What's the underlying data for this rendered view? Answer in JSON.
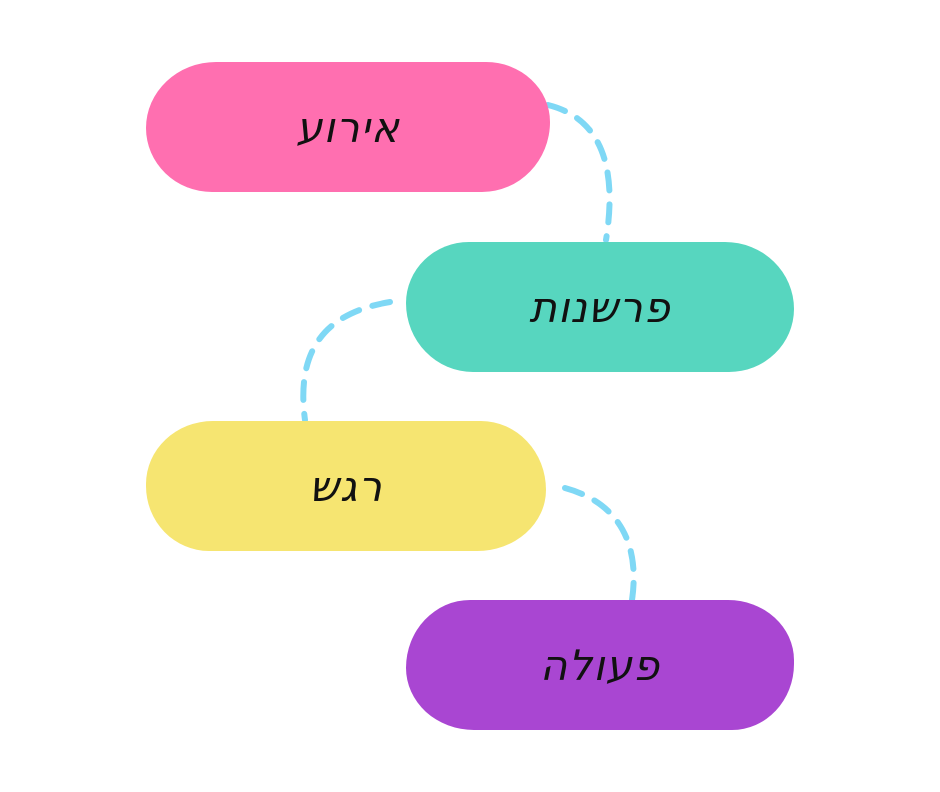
{
  "diagram": {
    "connector_color": "#7fd8f5",
    "nodes": [
      {
        "id": "event",
        "label": "אירוע",
        "color": "#ff6fb0"
      },
      {
        "id": "interpretation",
        "label": "פרשנות",
        "color": "#57d6bf"
      },
      {
        "id": "emotion",
        "label": "רגש",
        "color": "#f6e571"
      },
      {
        "id": "action",
        "label": "פעולה",
        "color": "#a946d2"
      }
    ]
  }
}
